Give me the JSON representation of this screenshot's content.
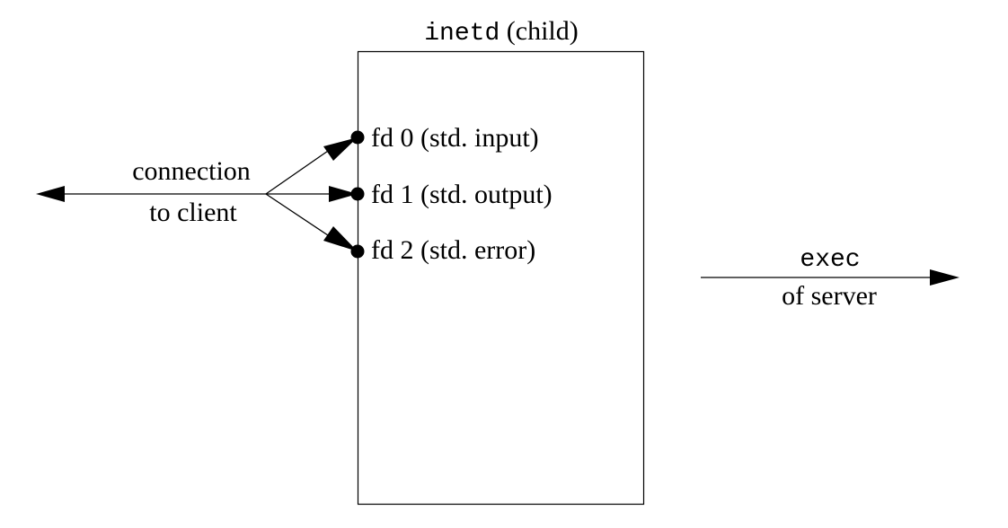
{
  "process_box": {
    "title_mono": "inetd",
    "title_rest": " (child)",
    "descriptors": [
      "fd 0 (std. input)",
      "fd 1 (std. output)",
      "fd 2 (std. error)"
    ]
  },
  "client_connection": {
    "line1": "connection",
    "line2": "to client"
  },
  "exec_arrow": {
    "label_mono": "exec",
    "label_line2": "of server"
  }
}
